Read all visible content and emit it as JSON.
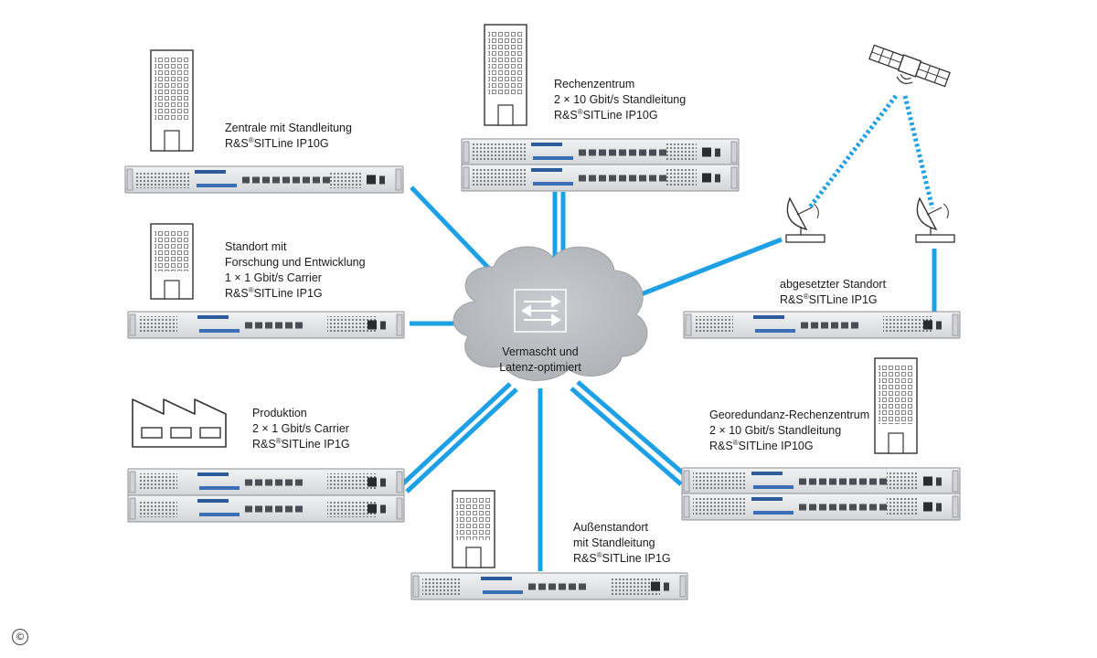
{
  "sites": {
    "zentrale": {
      "name": "Zentrale mit Standleitung",
      "device_prefix": "R&S",
      "device_suffix": "SITLine IP10G"
    },
    "rechenzentrum": {
      "name": "Rechenzentrum",
      "link": "2 × 10 Gbit/s Standleitung",
      "device_prefix": "R&S",
      "device_suffix": "SITLine IP10G"
    },
    "forschung": {
      "line1": "Standort mit",
      "line2": "Forschung und Entwicklung",
      "link": "1 × 1 Gbit/s Carrier",
      "device_prefix": "R&S",
      "device_suffix": "SITLine IP1G"
    },
    "abgesetzt": {
      "name": "abgesetzter Standort",
      "device_prefix": "R&S",
      "device_suffix": "SITLine IP1G"
    },
    "produktion": {
      "name": "Produktion",
      "link": "2 × 1 Gbit/s Carrier",
      "device_prefix": "R&S",
      "device_suffix": "SITLine IP1G"
    },
    "georedundanz": {
      "name": "Georedundanz-Rechenzentrum",
      "link": "2 × 10 Gbit/s Standleitung",
      "device_prefix": "R&S",
      "device_suffix": "SITLine IP10G"
    },
    "aussen": {
      "line1": "Außenstandort",
      "line2": "mit Standleitung",
      "device_prefix": "R&S",
      "device_suffix": "SITLine IP1G"
    }
  },
  "cloud": {
    "line1": "Vermascht und",
    "line2": "Latenz-optimiert"
  },
  "registered_mark": "®",
  "copyright_symbol": "©",
  "colors": {
    "link": "#1ea0e6",
    "cloud": "#b9bcc0",
    "device": "#e4e6e8",
    "device_dark": "#4a4d52"
  }
}
